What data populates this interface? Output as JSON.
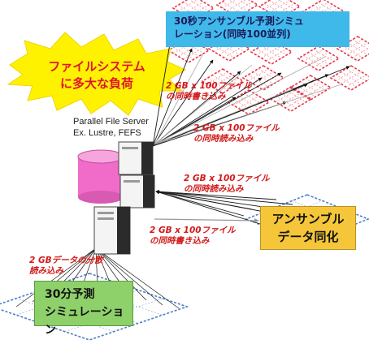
{
  "colors": {
    "accent_red": "#d21a1a",
    "top_box": "#3fb8ea",
    "ensemble_box": "#f5c63a",
    "sim_box": "#8ed06a",
    "burst": "#fff200",
    "disk": "#f06cc8",
    "grid_red": "#e6394a",
    "grid_blue": "#4a7ec8"
  },
  "boxes": {
    "top_line1": "30秒アンサンブル予測シミュ",
    "top_line2": "レーション(同時100並列)",
    "ensemble_line1": "アンサンブル",
    "ensemble_line2": "データ同化",
    "sim_line1": "30分予測",
    "sim_line2": "シミュレーション"
  },
  "burst": {
    "line1": "ファイルシステム",
    "line2": "に多大な負荷"
  },
  "server": {
    "line1": "Parallel File Server",
    "line2": "Ex. Lustre, FEFS"
  },
  "labels": {
    "write_top_1": "2 GB x 100ファイル",
    "write_top_2": "の同時書き込み",
    "read_top_1": "2 GB x 100ファイル",
    "read_top_2": "の同時読み込み",
    "read_mid_1": "2 GB x 100ファイル",
    "read_mid_2": "の同時読み込み",
    "write_bottom_1": "2 GB x 100ファイル",
    "write_bottom_2": "の同時書き込み",
    "dist_read_1": "2 GBデータの分散",
    "dist_read_2": "読み込み"
  }
}
